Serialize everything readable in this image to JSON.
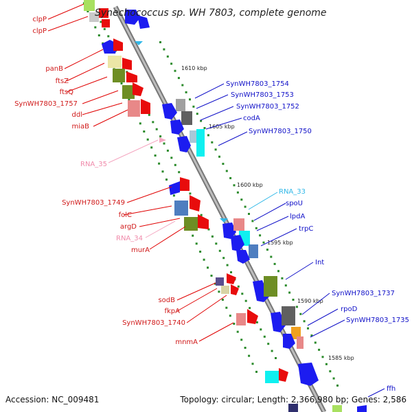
{
  "title": "Synechococcus sp. WH 7803, complete genome",
  "footer": {
    "accession": "Accession: NC_009481",
    "summary": "Topology: circular; Length: 2,366,980 bp; Genes: 2,586"
  },
  "scale_labels": [
    "1610 kbp",
    "1605 kbp",
    "1600 kbp",
    "1595 kbp",
    "1590 kbp",
    "1585 kbp"
  ],
  "left_labels": [
    {
      "text": "clpP",
      "color": "#d01818"
    },
    {
      "text": "clpP",
      "color": "#d01818"
    },
    {
      "text": "panB",
      "color": "#d01818"
    },
    {
      "text": "ftsZ",
      "color": "#d01818"
    },
    {
      "text": "ftsQ",
      "color": "#d01818"
    },
    {
      "text": "SynWH7803_1757",
      "color": "#d01818"
    },
    {
      "text": "ddl",
      "color": "#d01818"
    },
    {
      "text": "miaB",
      "color": "#d01818"
    },
    {
      "text": "RNA_35",
      "color": "#f08aaa"
    },
    {
      "text": "SynWH7803_1749",
      "color": "#d01818"
    },
    {
      "text": "folC",
      "color": "#d01818"
    },
    {
      "text": "argD",
      "color": "#d01818"
    },
    {
      "text": "RNA_34",
      "color": "#f08aaa"
    },
    {
      "text": "murA",
      "color": "#d01818"
    },
    {
      "text": "sodB",
      "color": "#d01818"
    },
    {
      "text": "fkpA",
      "color": "#d01818"
    },
    {
      "text": "SynWH7803_1740",
      "color": "#d01818"
    },
    {
      "text": "mnmA",
      "color": "#d01818"
    }
  ],
  "right_labels": [
    {
      "text": "SynWH7803_1754",
      "color": "#1010c8"
    },
    {
      "text": "SynWH7803_1753",
      "color": "#1010c8"
    },
    {
      "text": "SynWH7803_1752",
      "color": "#1010c8"
    },
    {
      "text": "codA",
      "color": "#1010c8"
    },
    {
      "text": "SynWH7803_1750",
      "color": "#1010c8"
    },
    {
      "text": "RNA_33",
      "color": "#30b8e8"
    },
    {
      "text": "spoU",
      "color": "#1010c8"
    },
    {
      "text": "lpdA",
      "color": "#1010c8"
    },
    {
      "text": "trpC",
      "color": "#1010c8"
    },
    {
      "text": "Int",
      "color": "#1010c8"
    },
    {
      "text": "SynWH7803_1737",
      "color": "#1010c8"
    },
    {
      "text": "rpoD",
      "color": "#1010c8"
    },
    {
      "text": "SynWH7803_1735",
      "color": "#1010c8"
    },
    {
      "text": "ffh",
      "color": "#1010c8"
    }
  ],
  "colors": {
    "forward_gene": "#e80c0c",
    "reverse_gene": "#1c1cf0",
    "backbone": "#999999",
    "dots": "#2a8a2a"
  }
}
